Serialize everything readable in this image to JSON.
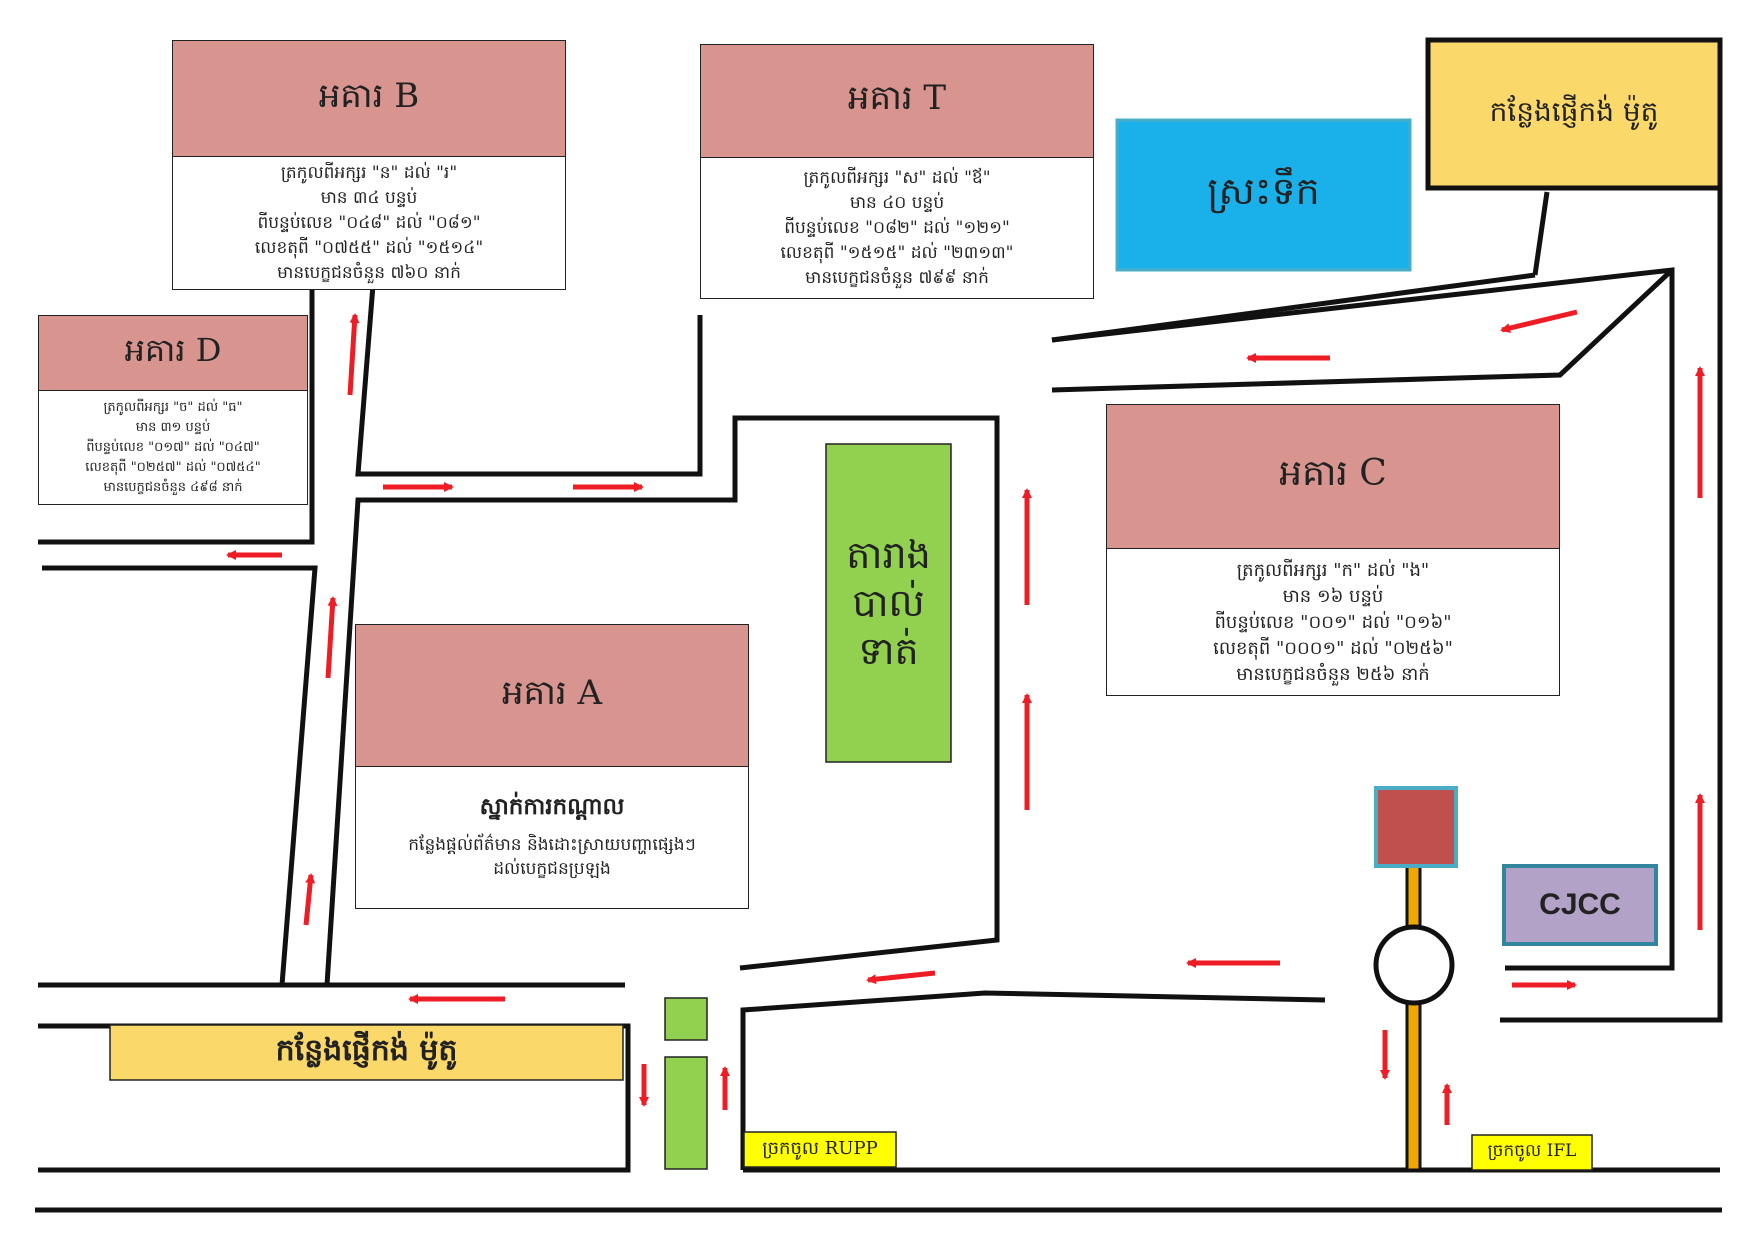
{
  "colors": {
    "road": "#111111",
    "arrow": "#ee1c24",
    "building_header": "#d8958f",
    "pool": "#1ab1ea",
    "parking": "#fbd86a",
    "court": "#92d050",
    "cjcc": "#b3a2c7",
    "cjcc_border": "#31859c",
    "gate_label": "#ffff00",
    "roundabout_pole": "#f0a800",
    "gate_square": "#c0504d"
  },
  "buildings": {
    "b": {
      "title": "អគារ B",
      "lines": [
        "ត្រកូលពីអក្សរ \"ន\" ដល់ \"រ\"",
        "មាន ៣៤ បន្ទប់",
        "ពីបន្ទប់លេខ \"០៤៨\" ដល់ \"០៨១\"",
        "លេខតុពី \"០៧៥៥\" ដល់ \"១៥១៤\"",
        "មានបេក្ខជនចំនួន ៧៦០ នាក់"
      ]
    },
    "t": {
      "title": "អគារ T",
      "lines": [
        "ត្រកូលពីអក្សរ \"ស\" ដល់ \"ឪ\"",
        "មាន ៤០ បន្ទប់",
        "ពីបន្ទប់លេខ \"០៨២\" ដល់ \"១២១\"",
        "លេខតុពី \"១៥១៥\" ដល់ \"២៣១៣\"",
        "មានបេក្ខជនចំនួន ៧៩៩ នាក់"
      ]
    },
    "d": {
      "title": "អគារ D",
      "lines": [
        "ត្រកូលពីអក្សរ \"ច\" ដល់ \"ធ\"",
        "មាន ៣១ បន្ទប់",
        "ពីបន្ទប់លេខ \"០១៧\" ដល់ \"០៤៧\"",
        "លេខតុពី \"០២៥៧\" ដល់ \"០៧៥៤\"",
        "មានបេក្ខជនចំនួន ៤៩៨ នាក់"
      ]
    },
    "c": {
      "title": "អគារ C",
      "lines": [
        "ត្រកូលពីអក្សរ \"ក\" ដល់ \"ង\"",
        "មាន ១៦ បន្ទប់",
        "ពីបន្ទប់លេខ \"០០១\" ដល់ \"០១៦\"",
        "លេខតុពី \"០០០១\" ដល់ \"០២៥៦\"",
        "មានបេក្ខជនចំនួន ២៥៦ នាក់"
      ]
    },
    "a": {
      "title": "អគារ A",
      "subtitle": "ស្នាក់ការកណ្តាល",
      "lines": [
        "កន្លែងផ្តល់ព័ត៌មាន និងដោះស្រាយបញ្ហាផ្សេងៗ",
        "ដល់បេក្ខជនប្រឡង"
      ]
    }
  },
  "places": {
    "pool": "ស្រះទឹក",
    "parking_top": "កន្លែងផ្ញើកង់ ម៉ូតូ",
    "parking_bottom": "កន្លែងផ្ញើកង់ ម៉ូតូ",
    "court": [
      "តារាង",
      "បាល់",
      "ទាត់"
    ],
    "cjcc": "CJCC",
    "gate_rupp": "ច្រកចូល RUPP",
    "gate_ifl": "ច្រកចូល IFL"
  }
}
